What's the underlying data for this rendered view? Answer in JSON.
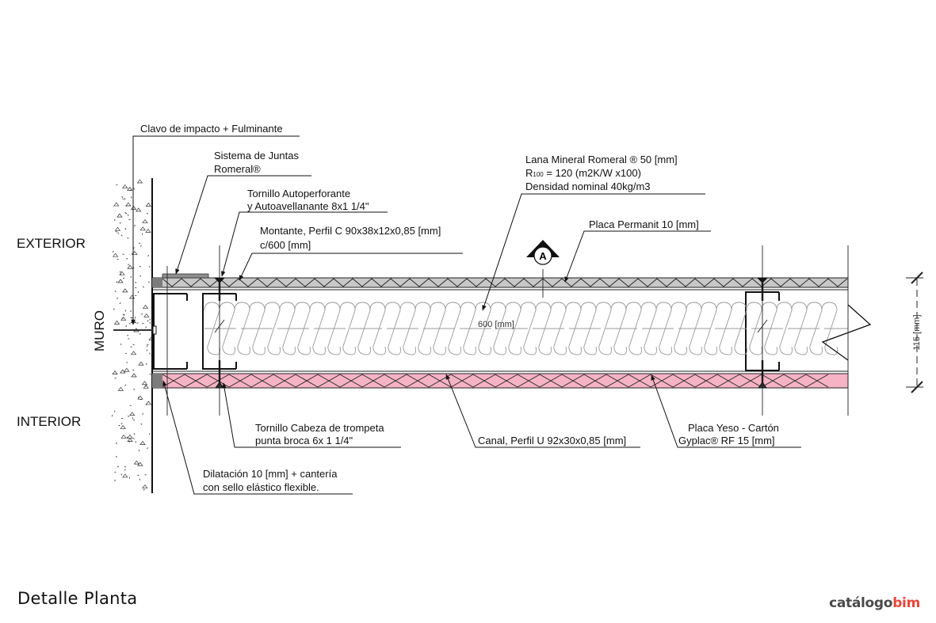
{
  "title": "Detalle Planta",
  "brand": {
    "part1": "catálogo",
    "part2": "bim",
    "accent_color": "#e8473b",
    "base_color": "#4a4a4a"
  },
  "zones": {
    "exterior": "EXTERIOR",
    "interior": "INTERIOR",
    "muro": "MURO"
  },
  "section_marker": "A",
  "dimensions": {
    "stud_spacing": "600 [mm]",
    "wall_thickness": "115 [mm]"
  },
  "labels": {
    "clavo": "Clavo de impacto + Fulminante",
    "juntas_1": "Sistema de Juntas",
    "juntas_2": "Romeral®",
    "tornillo_auto_1": "Tornillo Autoperforante",
    "tornillo_auto_2": "y Autoavellanante 8x1 1/4\"",
    "montante_1": "Montante, Perfil C 90x38x12x0,85 [mm]",
    "montante_2": "c/600 [mm]",
    "lana_1": "Lana Mineral Romeral   ® 50 [mm]",
    "lana_2_prefix": "R",
    "lana_2_sub": "100",
    "lana_2_rest": " = 120 (m2K/W x100)",
    "lana_3": "Densidad nominal 40kg/m3",
    "permanit": "Placa Permanit 10 [mm]",
    "tornillo_trompeta_1": "Tornillo  Cabeza de trompeta",
    "tornillo_trompeta_2": "punta broca 6x 1 1/4\"",
    "canal": "Canal, Perfil U 92x30x0,85 [mm]",
    "yeso_1": "Placa Yeso - Cartón",
    "yeso_2": "Gyplac® RF 15 [mm]",
    "dilatacion_1": "Dilatación 10 [mm] + cantería",
    "dilatacion_2": "con sello elástico flexible."
  },
  "materials": {
    "permanit_fill": "#c8c8c8",
    "gypsum_fill": "#f6b3c6",
    "sealant_fill": "#8a8a8a",
    "insulation_stroke": "#9a9a9a"
  }
}
